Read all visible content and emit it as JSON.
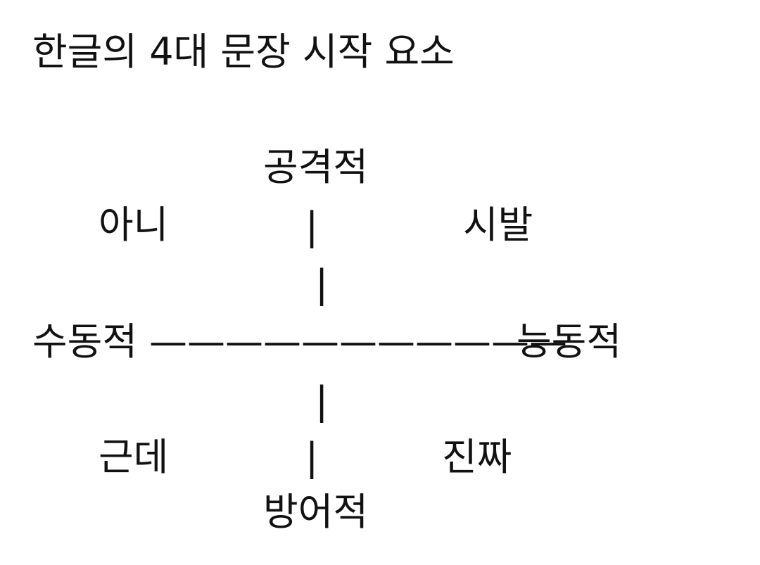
{
  "title": "한글의 4대 문장 시작 요소",
  "diagram": {
    "top": "공격적",
    "bottom": "방어적",
    "left": "수동적",
    "right": "능동적",
    "top_left": "아니",
    "top_right": "시발",
    "bottom_left": "근데",
    "bottom_right": "진짜",
    "horizontal_axis": "———————————",
    "vertical_bar": "|"
  }
}
